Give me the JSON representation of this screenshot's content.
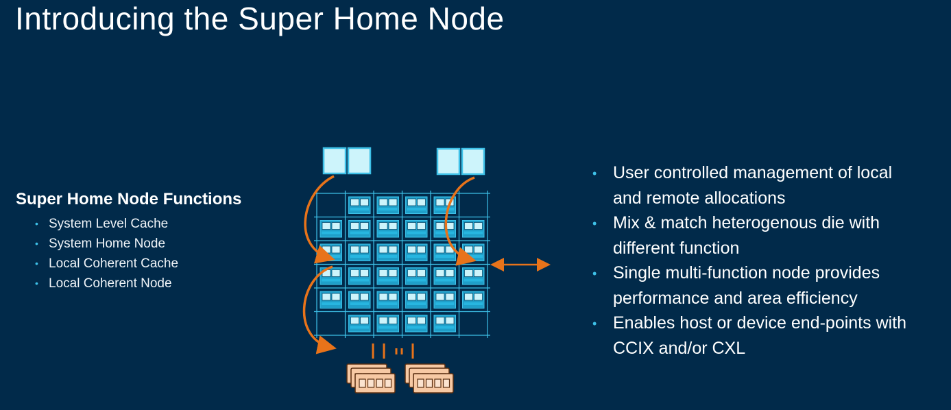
{
  "title": "Introducing the Super Home Node",
  "left": {
    "heading": "Super Home Node Functions",
    "items": [
      "System Level Cache",
      "System Home Node",
      "Local Coherent Cache",
      "Local Coherent Node"
    ]
  },
  "right": {
    "items": [
      "User controlled management of local and remote allocations",
      "Mix & match heterogenous die with different function",
      "Single multi-function node provides performance and area efficiency",
      "Enables host or device end-points with CCIX and/or CXL"
    ]
  },
  "colors": {
    "background": "#012a4a",
    "accent": "#3ec1e8",
    "arrow": "#e8731a",
    "memory": "#f7c9a4",
    "cell_fill": "#cdf4fb"
  }
}
